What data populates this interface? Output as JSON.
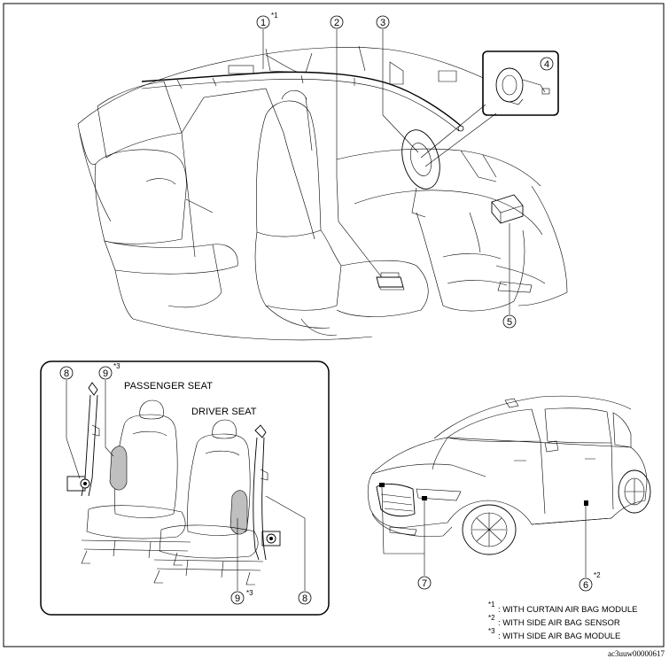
{
  "callouts": [
    {
      "id": "1",
      "number": "1",
      "note": "*1"
    },
    {
      "id": "2",
      "number": "2",
      "note": ""
    },
    {
      "id": "3",
      "number": "3",
      "note": ""
    },
    {
      "id": "4",
      "number": "4",
      "note": ""
    },
    {
      "id": "5",
      "number": "5",
      "note": ""
    },
    {
      "id": "6",
      "number": "6",
      "note": "*2"
    },
    {
      "id": "7",
      "number": "7",
      "note": ""
    },
    {
      "id": "8a",
      "number": "8",
      "note": ""
    },
    {
      "id": "8b",
      "number": "8",
      "note": ""
    },
    {
      "id": "9a",
      "number": "9",
      "note": "*3"
    },
    {
      "id": "9b",
      "number": "9",
      "note": "*3"
    }
  ],
  "seat_labels": {
    "passenger": "PASSENGER SEAT",
    "driver": "DRIVER SEAT"
  },
  "footnotes": [
    {
      "mark": "*1",
      "text": ": WITH CURTAIN AIR BAG MODULE"
    },
    {
      "mark": "*2",
      "text": ": WITH SIDE AIR BAG SENSOR"
    },
    {
      "mark": "*3",
      "text": ": WITH SIDE AIR BAG MODULE"
    }
  ],
  "figure_code": "ac3uuw00000617"
}
